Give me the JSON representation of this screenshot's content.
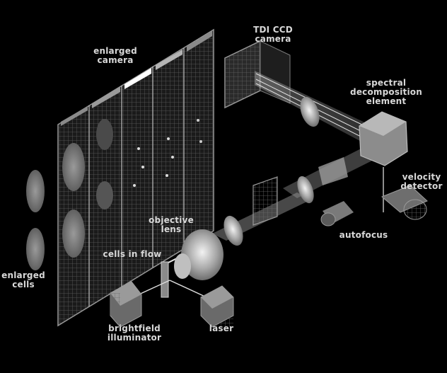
{
  "labels": {
    "enlarged_camera": "enlarged\ncamera",
    "tdi_ccd_camera": "TDI CCD\ncamera",
    "spectral_decomposition": "spectral decomposition\nelement",
    "velocity_detector": "velocity\ndetector",
    "autofocus": "autofocus",
    "objective_lens": "objective\nlens",
    "cells_in_flow": "cells in flow",
    "enlarged_cells": "enlarged\ncells",
    "brightfield_illuminator": "brightfield\nilluminator",
    "laser": "laser"
  },
  "colors": {
    "background": "#000000",
    "page": "#ffffff",
    "label": "#d8d8d8",
    "component": "#8c8c8c",
    "beam": "#e6e6e6"
  }
}
